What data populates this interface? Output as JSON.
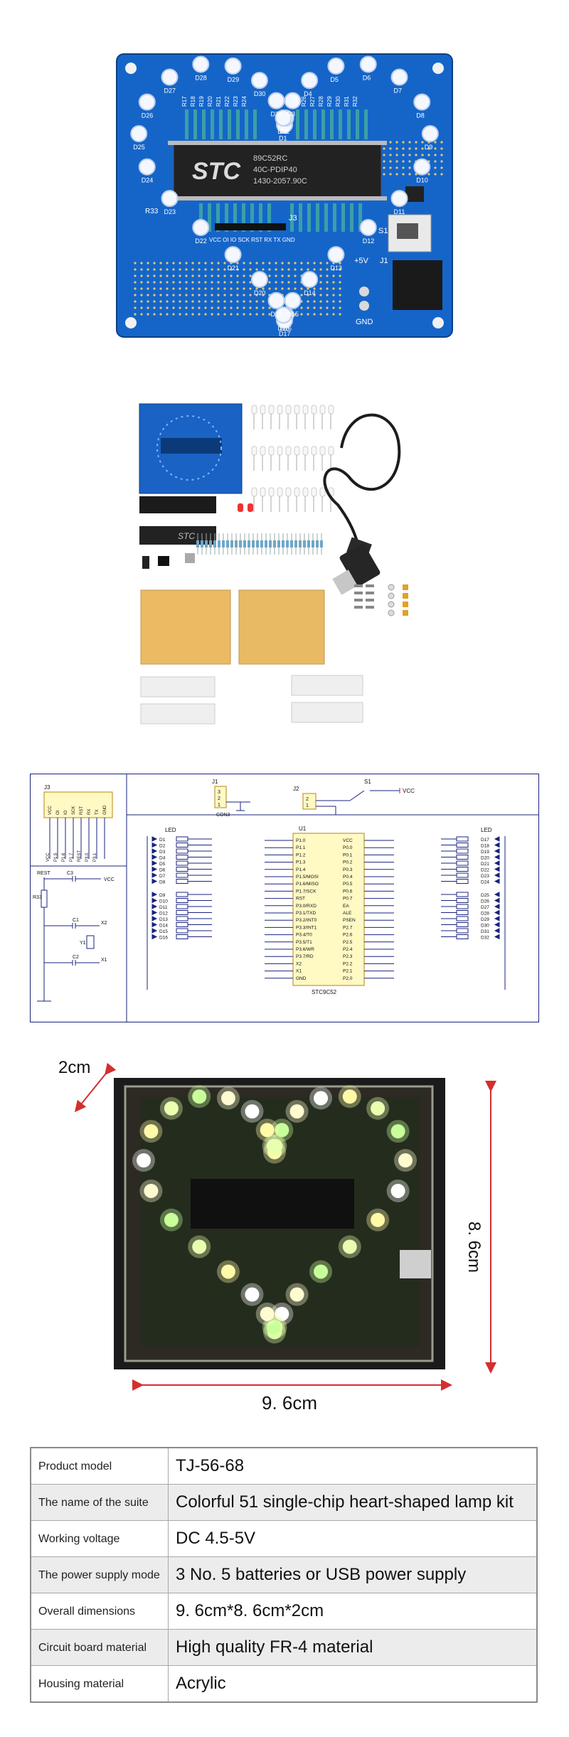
{
  "board_photo": {
    "chip_brand": "STC",
    "chip_markings": [
      "89C52RC",
      "40C-PDIP40",
      "1430-2057.90C"
    ],
    "led_labels": [
      "D1",
      "D2",
      "D3",
      "D4",
      "D5",
      "D6",
      "D7",
      "D8",
      "D9",
      "D10",
      "D11",
      "D12",
      "D13",
      "D14",
      "D15",
      "D16",
      "D17",
      "D18",
      "D19",
      "D20",
      "D21",
      "D22",
      "D23",
      "D24",
      "D25",
      "D26",
      "D27",
      "D28",
      "D29",
      "D30",
      "D31",
      "D32"
    ],
    "resistor_labels": [
      "R17",
      "R18",
      "R19",
      "R20",
      "R21",
      "R22",
      "R23",
      "R24",
      "R25",
      "R26",
      "R27",
      "R28",
      "R29",
      "R30",
      "R31",
      "R32"
    ],
    "header_label": "J3",
    "header_pins": "VCC  OI  IO  SCK RST  RX  TX GND",
    "switch_label": "S1",
    "jack_label": "J1",
    "j2_label": "J2",
    "plus5v": "+5V",
    "gnd": "GND",
    "r33": "R33"
  },
  "kit_photo": {
    "chip_label": "STC"
  },
  "schematic": {
    "j3": {
      "name": "J3",
      "pins": [
        "VCC",
        "OI",
        "IO",
        "SCK",
        "RST",
        "RX",
        "TX",
        "GND"
      ],
      "nets": [
        "VCC",
        "P1.5",
        "P1.6",
        "P1.7",
        "REST",
        "P3.0",
        "P3.1"
      ]
    },
    "j1": {
      "name": "J1",
      "pins": [
        "3",
        "2",
        "1"
      ],
      "label": "CON3"
    },
    "j2": {
      "name": "J2",
      "pins": [
        "2",
        "1"
      ]
    },
    "s1": "S1",
    "vcc": "VCC",
    "led_left_label": "LED",
    "led_right_label": "LED",
    "chip": {
      "name": "U1",
      "part": "STC9C52",
      "left_pins": [
        "P1.0",
        "P1.1",
        "P1.2",
        "P1.3",
        "P1.4",
        "P1.5/MOSI",
        "P1.6/MISO",
        "P1.7/SCK",
        "RST",
        "P3.0/RXD",
        "P3.1/TXD",
        "P3.2/INT0",
        "P3.3/INT1",
        "P3.4/T0",
        "P3.5/T1",
        "P3.6/WR",
        "P3.7/RD",
        "X2",
        "X1",
        "GND"
      ],
      "right_pins": [
        "VCC",
        "P0.0",
        "P0.1",
        "P0.2",
        "P0.3",
        "P0.4",
        "P0.5",
        "P0.6",
        "P0.7",
        "EA",
        "ALE",
        "PSEN",
        "P2.7",
        "P2.6",
        "P2.5",
        "P2.4",
        "P2.3",
        "P2.2",
        "P2.1",
        "P2.0"
      ]
    },
    "left_leds": [
      "D1",
      "D2",
      "D3",
      "D4",
      "D5",
      "D6",
      "D7",
      "D8",
      "D9",
      "D10",
      "D11",
      "D12",
      "D13",
      "D14",
      "D15",
      "D16"
    ],
    "right_leds": [
      "D17",
      "D18",
      "D19",
      "D20",
      "D21",
      "D22",
      "D23",
      "D24",
      "D25",
      "D26",
      "D27",
      "D28",
      "D29",
      "D30",
      "D31",
      "D32"
    ],
    "rest": "REST",
    "c3": "C3",
    "r33": "R33",
    "c1": "C1",
    "c2": "C2",
    "y1": "Y1",
    "x1": "X1",
    "x2": "X2"
  },
  "dimension_photo": {
    "depth": "2cm",
    "height": "8. 6cm",
    "width": "9. 6cm"
  },
  "specs": [
    {
      "label": "Product model",
      "value": "TJ-56-68"
    },
    {
      "label": "The name of the suite",
      "value": "Colorful 51 single-chip heart-shaped lamp kit"
    },
    {
      "label": "Working voltage",
      "value": "DC 4.5-5V"
    },
    {
      "label": "The power supply mode",
      "value": "3 No. 5 batteries or USB power supply"
    },
    {
      "label": "Overall dimensions",
      "value": "9. 6cm*8. 6cm*2cm"
    },
    {
      "label": "Circuit board material",
      "value": "High quality FR-4 material"
    },
    {
      "label": "Housing material",
      "value": "Acrylic"
    }
  ]
}
